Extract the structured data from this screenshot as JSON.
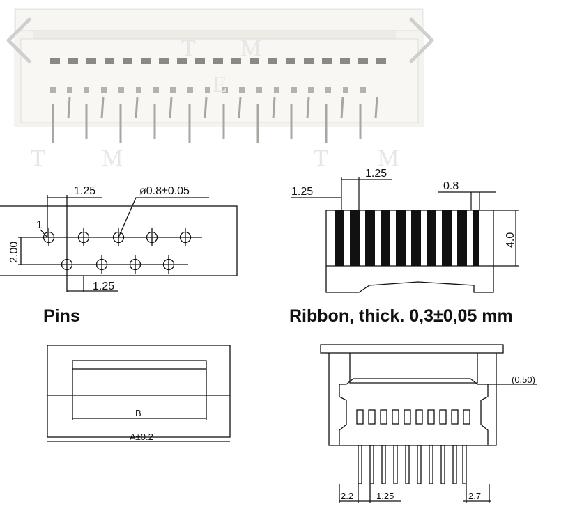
{
  "nav": {
    "prev_icon": "chevron-left-icon",
    "next_icon": "chevron-right-icon"
  },
  "photo": {
    "watermark_t": "T",
    "watermark_m": "M",
    "watermark_e": "E"
  },
  "pins_drawing": {
    "pitch_top": "1.25",
    "hole": "ø0.8±0.05",
    "row_gap": "2.00",
    "pitch_bottom": "1.25",
    "pin_one": "1"
  },
  "ribbon_drawing": {
    "edge": "1.25",
    "pitch": "1.25",
    "conductor": "0.8",
    "height": "4.0"
  },
  "captions": {
    "pins": "Pins",
    "ribbon": "Ribbon, thick. 0,3±0,05 mm"
  },
  "top_view": {
    "inner": "B",
    "outer": "A±0.2"
  },
  "front_view": {
    "offset": "(0.50)",
    "left_margin": "2.2",
    "pitch": "1.25",
    "right_margin": "2.7"
  }
}
